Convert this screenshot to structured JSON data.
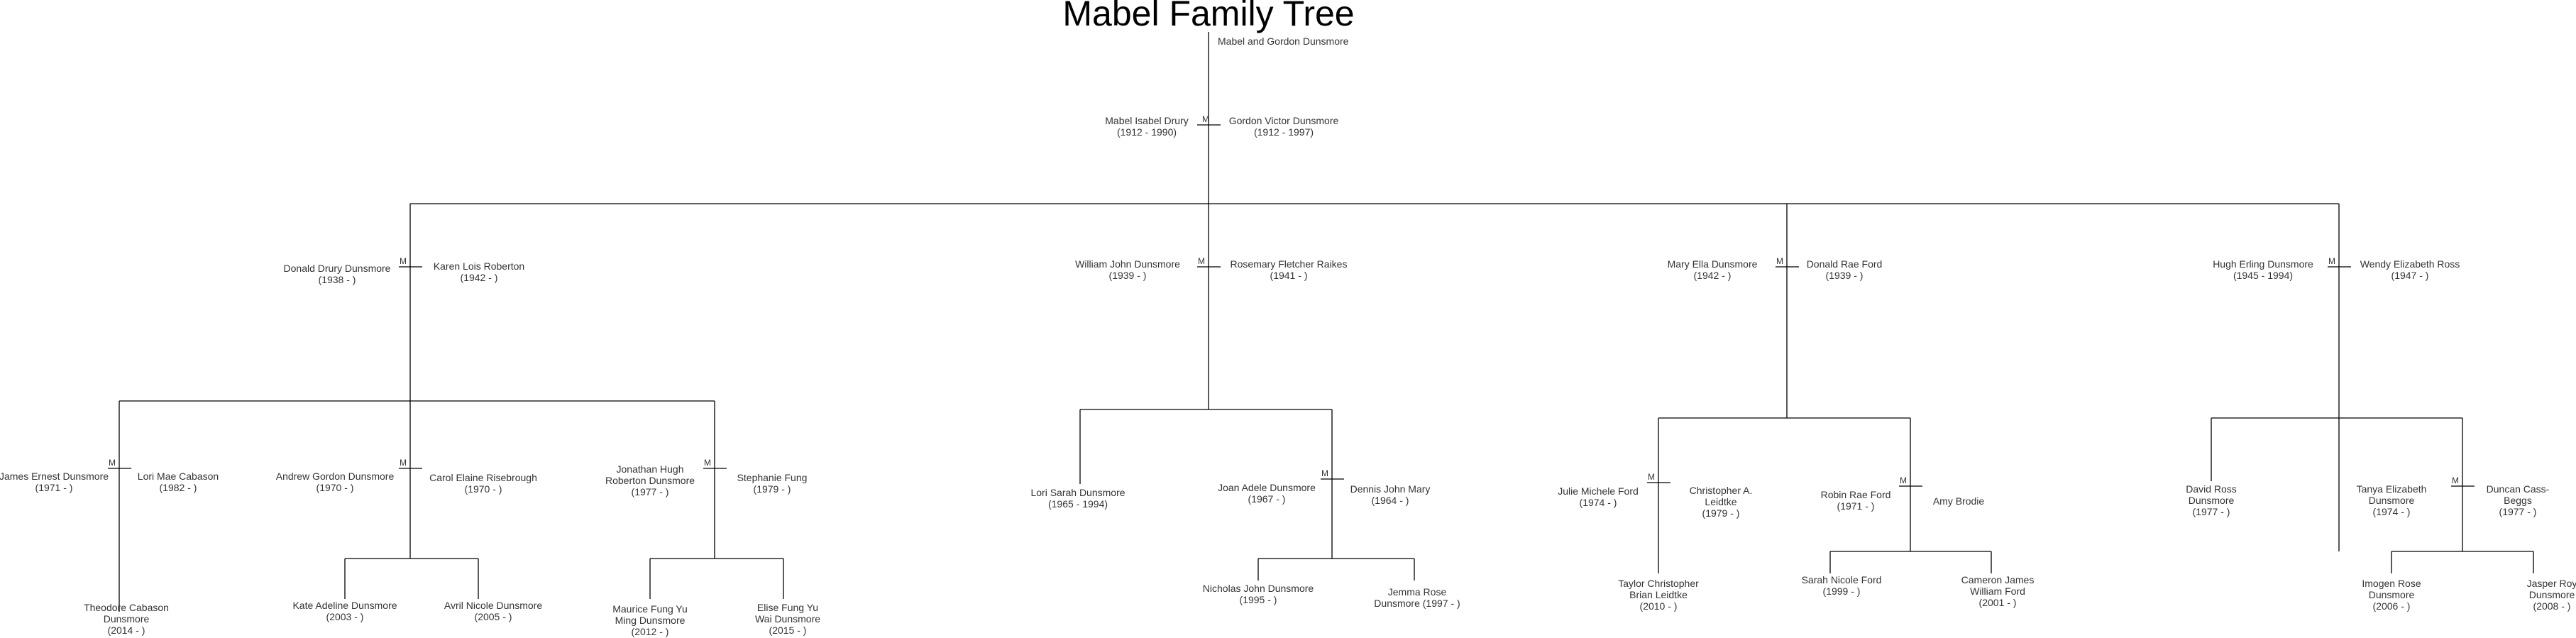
{
  "title": "Mabel Family Tree",
  "root_label": "Mabel and Gordon Dunsmore",
  "marriage_marker": "M",
  "people": {
    "mabel": {
      "name": "Mabel Isabel Drury",
      "dates": "(1912 - 1990)"
    },
    "gordon": {
      "name": "Gordon Victor Dunsmore",
      "dates": "(1912 - 1997)"
    },
    "donald_d": {
      "name": "Donald Drury Dunsmore",
      "dates": "(1938 - )"
    },
    "karen": {
      "name": "Karen Lois Roberton",
      "dates": "(1942 - )"
    },
    "william": {
      "name": "William John Dunsmore",
      "dates": "(1939 - )"
    },
    "rosemary": {
      "name": "Rosemary Fletcher Raikes",
      "dates": "(1941 - )"
    },
    "mary": {
      "name": "Mary Ella Dunsmore",
      "dates": "(1942 - )"
    },
    "donald_f": {
      "name": "Donald Rae Ford",
      "dates": "(1939 - )"
    },
    "hugh": {
      "name": "Hugh Erling Dunsmore",
      "dates": "(1945 - 1994)"
    },
    "wendy": {
      "name": "Wendy Elizabeth Ross",
      "dates": "(1947 - )"
    },
    "james": {
      "name": "James Ernest Dunsmore",
      "dates": "(1971 - )"
    },
    "lori_mae": {
      "name": "Lori Mae Cabason",
      "dates": "(1982 - )"
    },
    "andrew": {
      "name": "Andrew Gordon Dunsmore",
      "dates": "(1970 - )"
    },
    "carol": {
      "name": "Carol Elaine Risebrough",
      "dates": "(1970 - )"
    },
    "jonathan": {
      "name_l1": "Jonathan Hugh",
      "name_l2": "Roberton Dunsmore",
      "dates": "(1977 - )"
    },
    "stephanie": {
      "name": "Stephanie Fung",
      "dates": "(1979 - )"
    },
    "lori_s": {
      "name": "Lori Sarah Dunsmore",
      "dates": "(1965 - 1994)"
    },
    "joan": {
      "name": "Joan Adele Dunsmore",
      "dates": "(1967 - )"
    },
    "dennis": {
      "name": "Dennis John Mary",
      "dates": "(1964 - )"
    },
    "julie": {
      "name": "Julie Michele Ford",
      "dates": "(1974 - )"
    },
    "christopher": {
      "name_l1": "Christopher A.",
      "name_l2": "Leidtke",
      "dates": "(1979 - )"
    },
    "robin": {
      "name": "Robin Rae Ford",
      "dates": "(1971 - )"
    },
    "amy": {
      "name": "Amy Brodie"
    },
    "david": {
      "name_l1": "David Ross",
      "name_l2": "Dunsmore",
      "dates": "(1977 - )"
    },
    "tanya": {
      "name_l1": "Tanya Elizabeth",
      "name_l2": "Dunsmore",
      "dates": "(1974 - )"
    },
    "duncan": {
      "name_l1": "Duncan Cass-",
      "name_l2": "Beggs",
      "dates": "(1977 - )"
    },
    "theodore": {
      "name_l1": "Theodore Cabason",
      "name_l2": "Dunsmore",
      "dates": "(2014 - )"
    },
    "kate": {
      "name": "Kate Adeline Dunsmore",
      "dates": "(2003 - )"
    },
    "avril": {
      "name": "Avril Nicole Dunsmore",
      "dates": "(2005 - )"
    },
    "maurice": {
      "name_l1": "Maurice Fung Yu",
      "name_l2": "Ming Dunsmore",
      "dates": "(2012 - )"
    },
    "elise": {
      "name_l1": "Elise Fung Yu",
      "name_l2": "Wai Dunsmore",
      "dates": "(2015 - )"
    },
    "nicholas": {
      "name": "Nicholas John Dunsmore",
      "dates": "(1995 - )"
    },
    "jemma": {
      "name_l1": "Jemma Rose",
      "name_l2": "Dunsmore (1997 - )"
    },
    "taylor": {
      "name_l1": "Taylor Christopher",
      "name_l2": "Brian Leidtke",
      "dates": "(2010 - )"
    },
    "sarah": {
      "name": "Sarah Nicole Ford",
      "dates": "(1999 - )"
    },
    "cameron": {
      "name_l1": "Cameron James",
      "name_l2": "William Ford",
      "dates": "(2001 - )"
    },
    "imogen": {
      "name_l1": "Imogen Rose",
      "name_l2": "Dunsmore",
      "dates": "(2006 - )"
    },
    "jasper": {
      "name_l1": "Jasper Roy",
      "name_l2": "Dunsmore",
      "dates": "(2008 - )"
    }
  }
}
